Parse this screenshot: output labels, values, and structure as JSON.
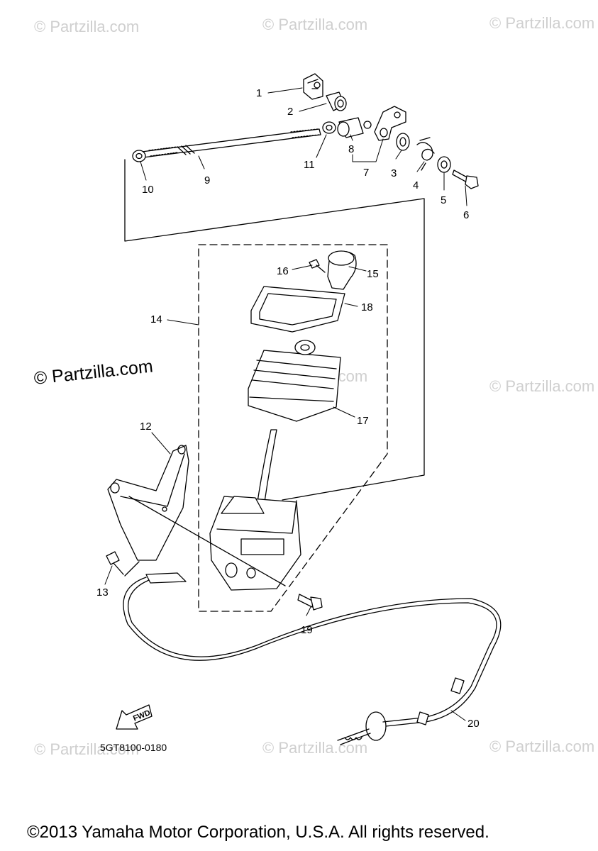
{
  "watermark": "© Partzilla.com",
  "watermark_main": "© Partzilla.com",
  "callouts": [
    "1",
    "2",
    "3",
    "4",
    "5",
    "6",
    "7",
    "8",
    "9",
    "10",
    "11",
    "12",
    "13",
    "14",
    "15",
    "16",
    "17",
    "18",
    "19",
    "20"
  ],
  "fwd_label": "FWD",
  "diagram_code": "5GT8100-0180",
  "copyright": "©2013 Yamaha Motor Corporation, U.S.A. All rights reserved."
}
